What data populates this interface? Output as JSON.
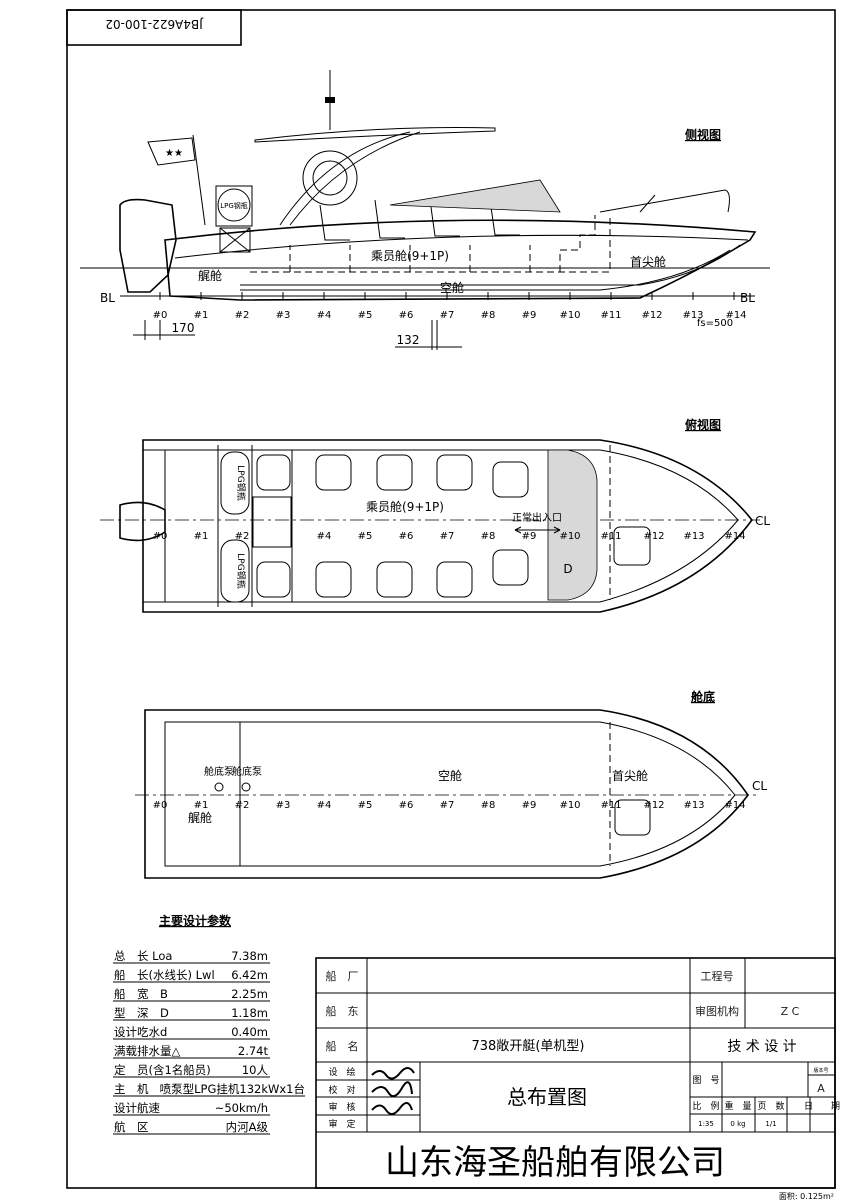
{
  "drawing_number_stamp": "JB4A622-100-02",
  "views": {
    "side": {
      "title": "侧视图",
      "compartments": {
        "stern": "艉舱",
        "passenger": "乘员舱(9+1P)",
        "void": "空舱",
        "forepeak": "首尖舱"
      },
      "baseline_label": "BL",
      "dim_stern": "170",
      "dim_frame": "132",
      "frame_spacing": "fs=500",
      "lpg_label": "LPG钢瓶"
    },
    "top": {
      "title": "俯视图",
      "compartments": {
        "passenger": "乘员舱(9+1P)"
      },
      "entrance": "正常出入口",
      "lpg_labels": [
        "LPG钢瓶",
        "LPG钢瓶"
      ],
      "centerline_label": "CL",
      "console_label": "D"
    },
    "bottom": {
      "title": "舱底",
      "compartments": {
        "stern": "艉舱",
        "void": "空舱",
        "forepeak": "首尖舱"
      },
      "pumps": [
        "舱底泵",
        "舱底泵"
      ],
      "centerline_label": "CL"
    },
    "frames": [
      "#0",
      "#1",
      "#2",
      "#3",
      "#4",
      "#5",
      "#6",
      "#7",
      "#8",
      "#9",
      "#10",
      "#11",
      "#12",
      "#13",
      "#14"
    ]
  },
  "parameters": {
    "title": "主要设计参数",
    "rows": [
      {
        "label": "总　长 Loa",
        "value": "7.38m"
      },
      {
        "label": "船　长(水线长) Lwl",
        "value": "6.42m"
      },
      {
        "label": "船　宽　B",
        "value": "2.25m"
      },
      {
        "label": "型　深　D",
        "value": "1.18m"
      },
      {
        "label": "设计吃水d",
        "value": "0.40m"
      },
      {
        "label": "满载排水量△",
        "value": "2.74t"
      },
      {
        "label": "定　员(含1名船员)",
        "value": "10人"
      },
      {
        "label": "主　机",
        "value": "喷泵型LPG挂机132kWx1台"
      },
      {
        "label": "设计航速",
        "value": "~50km/h"
      },
      {
        "label": "航　区",
        "value": "内河A级"
      }
    ]
  },
  "title_block": {
    "shipyard_label": "船　厂",
    "shipyard_value": "",
    "owner_label": "船　东",
    "owner_value": "",
    "ship_name_label": "船　名",
    "ship_name_value": "738敞开艇(单机型)",
    "project_no_label": "工程号",
    "project_no_value": "",
    "review_org_label": "审图机构",
    "review_org_value": "Z C",
    "stage": "技 术 设 计",
    "roles": [
      "设　绘",
      "校　对",
      "审　核",
      "审　定"
    ],
    "drawing_title": "总布置图",
    "drawing_no_label": "图　号",
    "drawing_no_value": "",
    "version_label": "版本号",
    "version_value": "A",
    "scale_label": "比　例",
    "scale_value": "1:35",
    "weight_label": "重　量",
    "weight_value": "0 kg",
    "pages_label": "页　数",
    "pages_value": "1/1",
    "date_label": "日　　期",
    "date_value": "",
    "company": "山东海圣船舶有限公司"
  },
  "area_note": "面积: 0.125m²"
}
